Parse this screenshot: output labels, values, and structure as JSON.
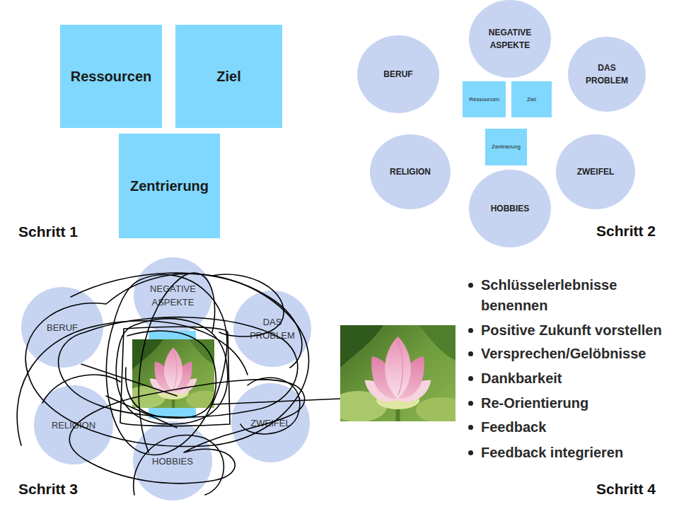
{
  "diagram": {
    "nodes": [
      {
        "text": [
          "Ressourcen"
        ]
      },
      {
        "text": [
          "Ziel"
        ]
      },
      {
        "text": [
          "Zentrierung"
        ]
      },
      {
        "text": [
          "NEGATIVE ASPEKTE"
        ]
      },
      {
        "text": [
          "BERUF"
        ]
      },
      {
        "text": [
          "DAS PROBLEM"
        ]
      },
      {
        "text": [
          "Ressourcen"
        ]
      },
      {
        "text": [
          "Ziel"
        ]
      },
      {
        "text": [
          "Zentrierung"
        ]
      },
      {
        "text": [
          "RELIGION"
        ]
      },
      {
        "text": [
          "ZWEIFEL"
        ]
      },
      {
        "text": [
          "HOBBIES"
        ]
      },
      {
        "text": [
          "NEGATIVE ASPEKTE"
        ]
      },
      {
        "text": [
          "BERUF"
        ]
      },
      {
        "text": [
          "DAS PROBLEM"
        ]
      },
      {
        "text": [
          "RELIGION"
        ]
      },
      {
        "text": [
          "ZWEIFEL"
        ]
      },
      {
        "text": [
          "HOBBIES"
        ]
      }
    ],
    "labels": [
      "Schlüsselerlebnisse benennen",
      "Positive Zukunft vorstellen",
      "Versprechen/Gelöbnisse",
      "Dankbarkeit",
      "Re-Orientierung",
      "Feedback",
      "Feedback integrieren",
      "Schritt 1",
      "Schritt 2",
      "Schritt 3",
      "Schritt 4"
    ]
  }
}
